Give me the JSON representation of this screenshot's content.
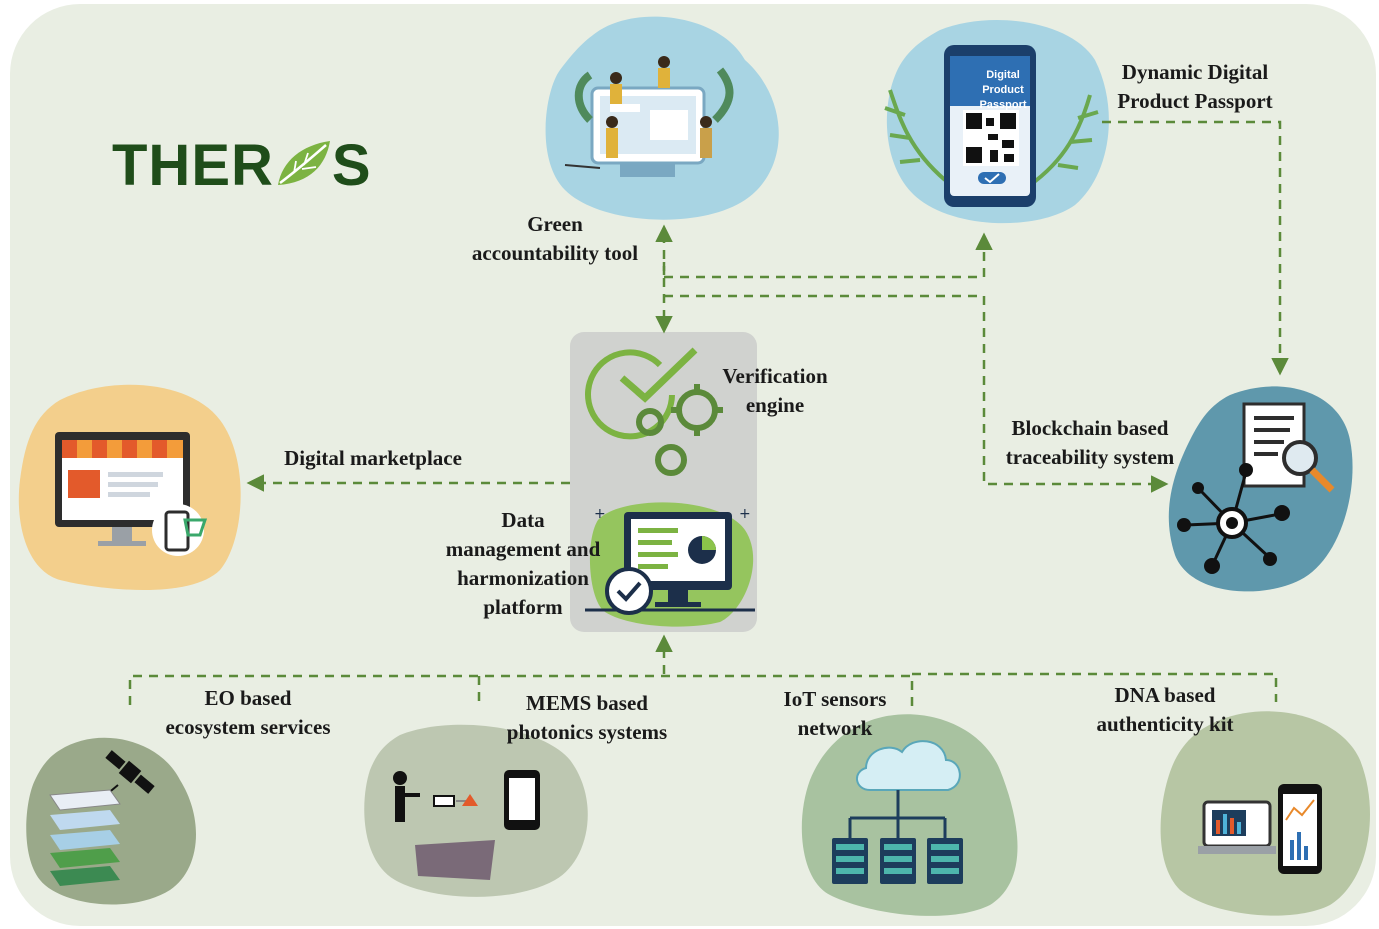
{
  "logo": {
    "text_left": "THER",
    "text_right": "S"
  },
  "labels": {
    "green_tool": [
      "Green",
      "accountability tool"
    ],
    "passport": [
      "Dynamic Digital",
      "Product Passport"
    ],
    "verification": [
      "Verification",
      "engine"
    ],
    "marketplace": [
      "Digital marketplace"
    ],
    "blockchain": [
      "Blockchain based",
      "traceability system"
    ],
    "data_platform": [
      "Data",
      "management and",
      "harmonization",
      "platform"
    ],
    "eo": [
      "EO based",
      "ecosystem services"
    ],
    "mems": [
      "MEMS based",
      "photonics systems"
    ],
    "iot": [
      "IoT sensors",
      "network"
    ],
    "dna": [
      "DNA based",
      "authenticity kit"
    ]
  },
  "phone_screen": [
    "Digital",
    "Product",
    "Passport"
  ],
  "colors": {
    "background": "#e9eee3",
    "arrow": "#5b8a3a",
    "logo": "#1f4d1a",
    "leaf": "#7cb342",
    "center_panel": "#d0d2cf",
    "blob_blue": "#a8d4e3",
    "blob_orange": "#f3cf8c",
    "blob_teal": "#5f98ac",
    "blob_sage": "#b7c6a4"
  }
}
